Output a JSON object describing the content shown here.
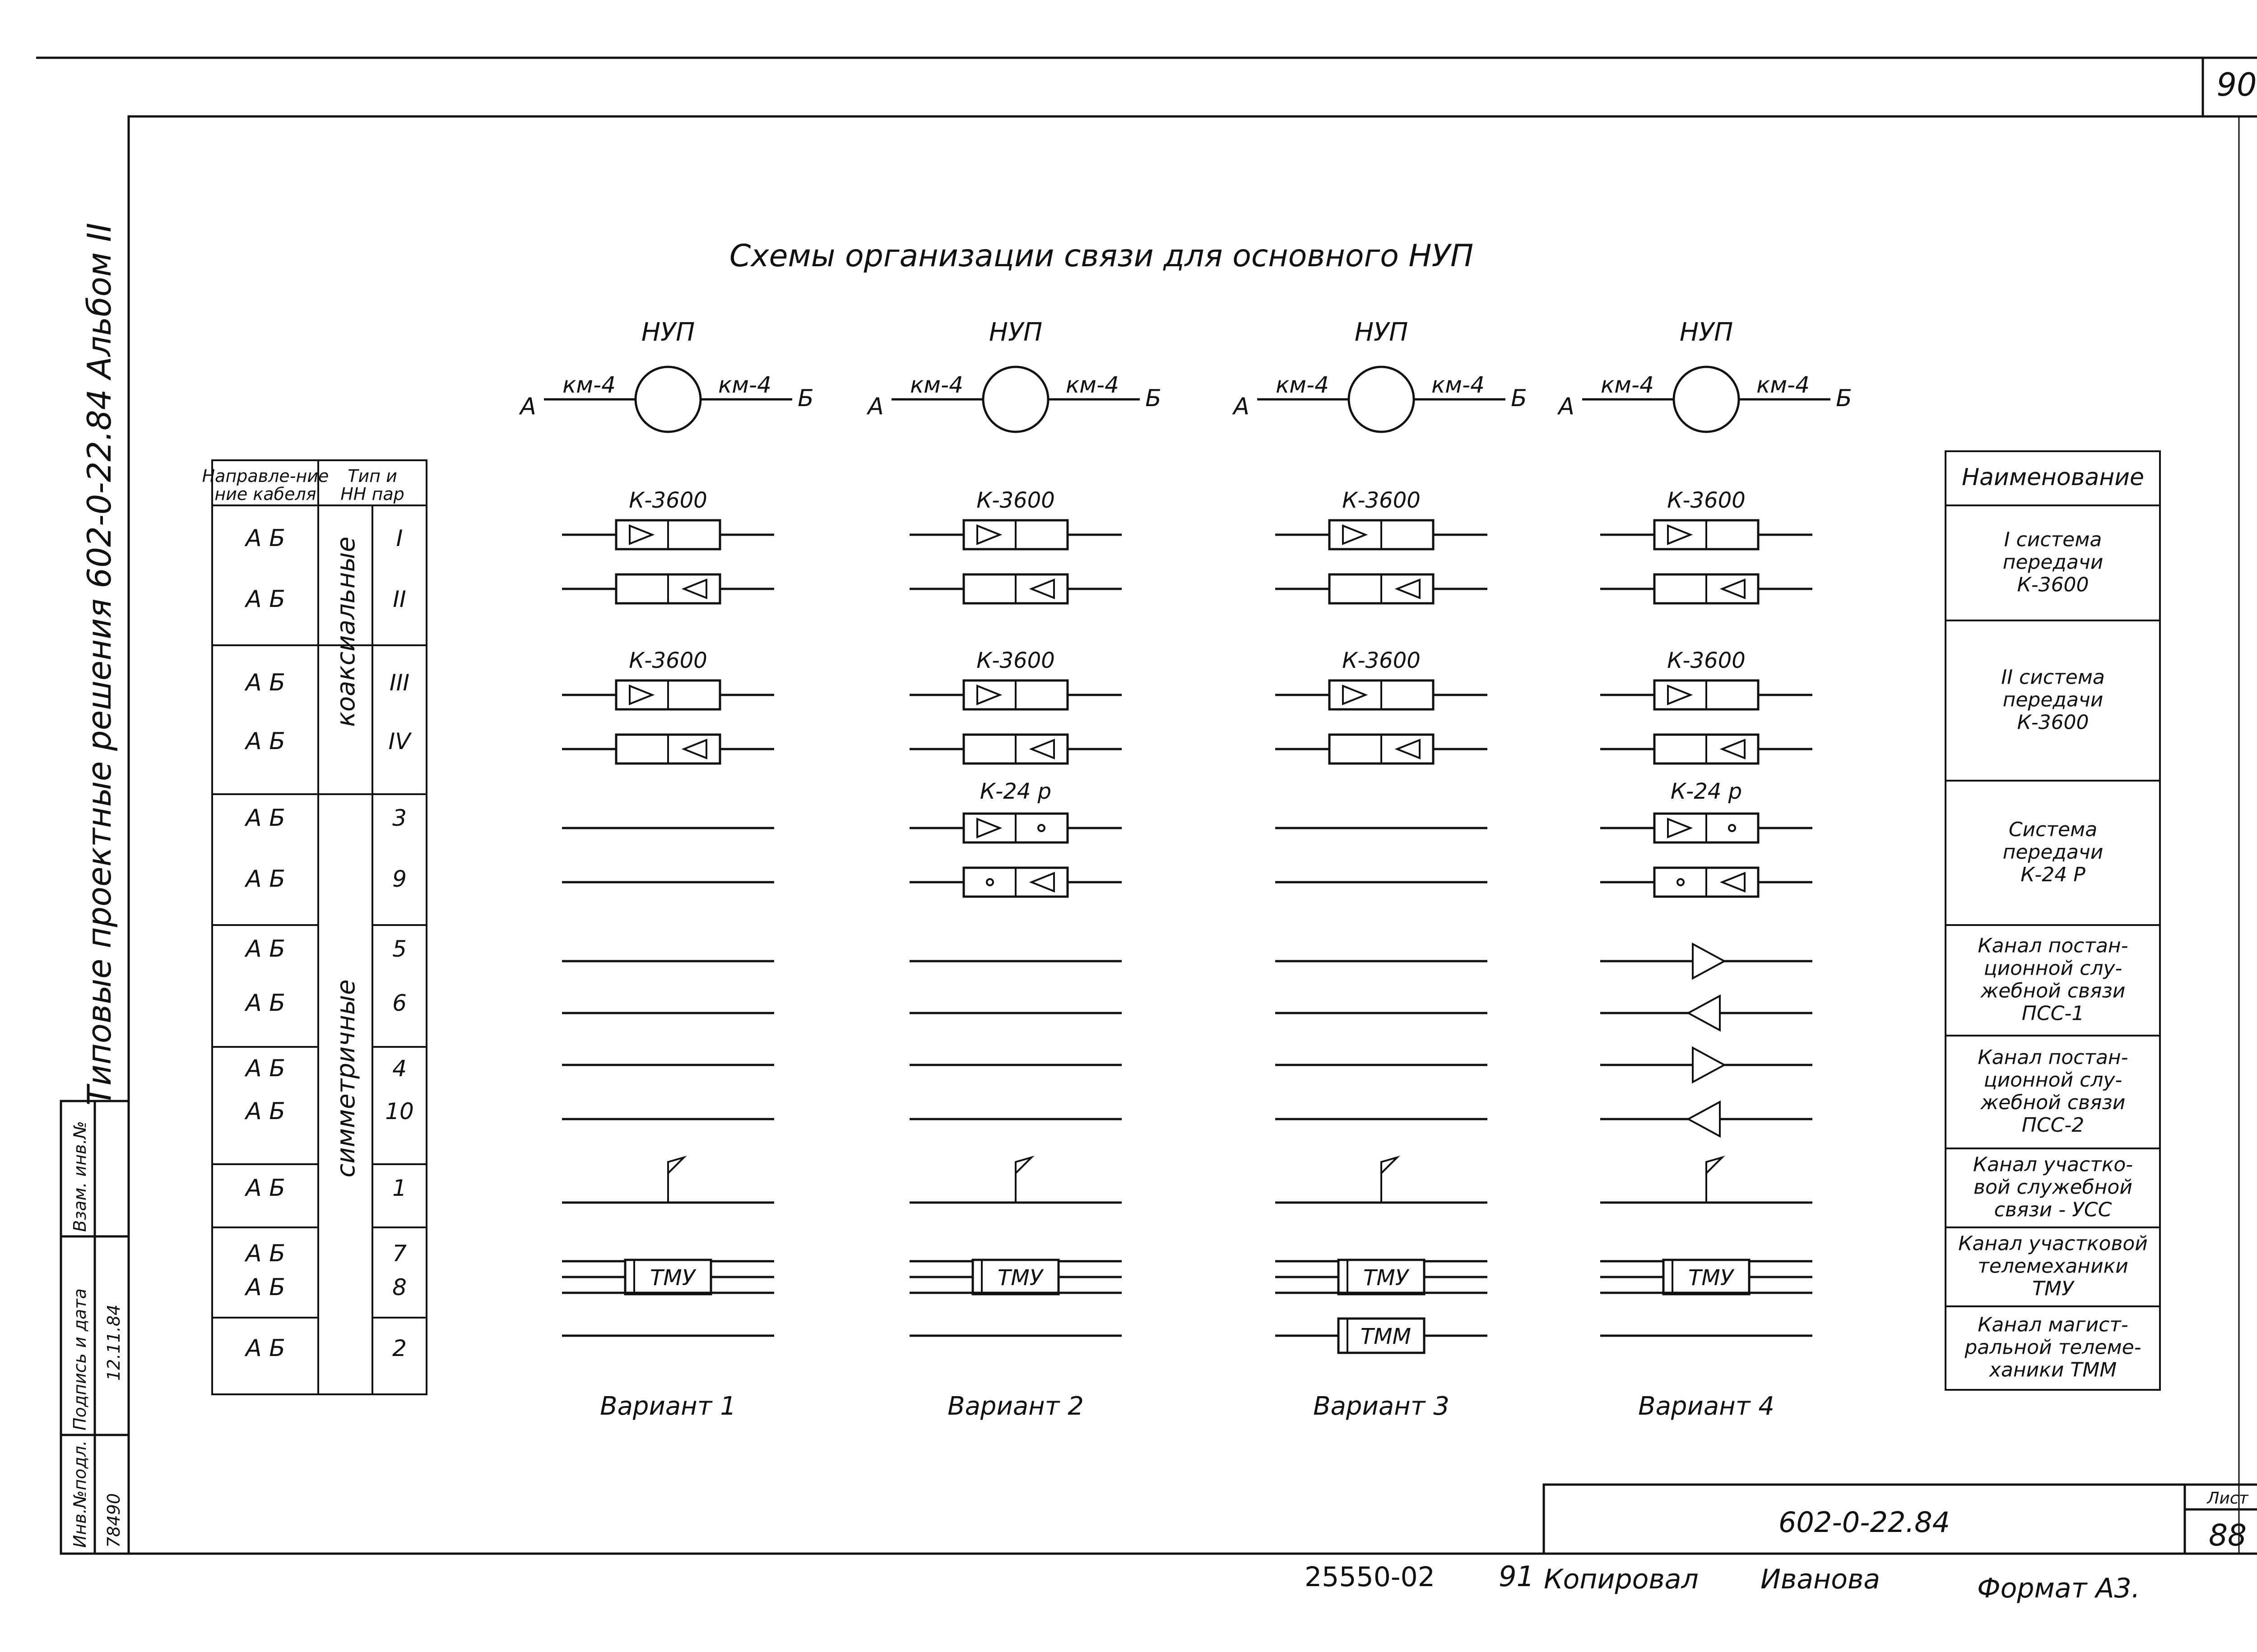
{
  "sheet_number_top": "90",
  "title": "Схемы организации связи для основного НУП",
  "side_text": "Типовые проектные решения 602-0-22.84 Альбом II",
  "node": {
    "label": "НУП",
    "left_cable": "км-4",
    "right_cable": "км-4",
    "left_end": "А",
    "right_end": "Б"
  },
  "left_table": {
    "header_direction": "Направле-ние кабеля",
    "header_type": "Тип и НН пар",
    "direction_value": "А Б",
    "type_coaxial": "коаксиальные",
    "type_symmetric": "симметричные",
    "pair_numbers": [
      "I",
      "II",
      "III",
      "IV",
      "3",
      "9",
      "5",
      "6",
      "4",
      "10",
      "1",
      "7",
      "8",
      "2"
    ]
  },
  "right_legend": {
    "header": "Наименование",
    "items": [
      "I система передачи К-3600",
      "II система передачи К-3600",
      "Система передачи К-24 Р",
      "Канал постанционной служебной связи ПСС-1",
      "Канал постанционной служебной связи ПСС-2",
      "Канал участковой служебной связи - УСС",
      "Канал участковой телемеханики ТМУ",
      "Канал магистральной телемеханики ТММ"
    ]
  },
  "equipment": {
    "k3600": "К-3600",
    "k24": "К-24 р",
    "tmu": "ТМУ",
    "tmm": "ТММ"
  },
  "variants": [
    "Вариант 1",
    "Вариант 2",
    "Вариант 3",
    "Вариант 4"
  ],
  "stamp_left": [
    "Инв.№подл.",
    "Подпись и дата",
    "Взам. инв.№"
  ],
  "stamp_left_values": [
    "78490",
    "12.11.84"
  ],
  "stamp": {
    "code": "602-0-22.84",
    "sheet_label": "Лист",
    "sheet_value": "88"
  },
  "footer": {
    "number": "25550-02",
    "page": "91",
    "copied": "Копировал",
    "copier": "Иванова",
    "format": "Формат А3."
  }
}
